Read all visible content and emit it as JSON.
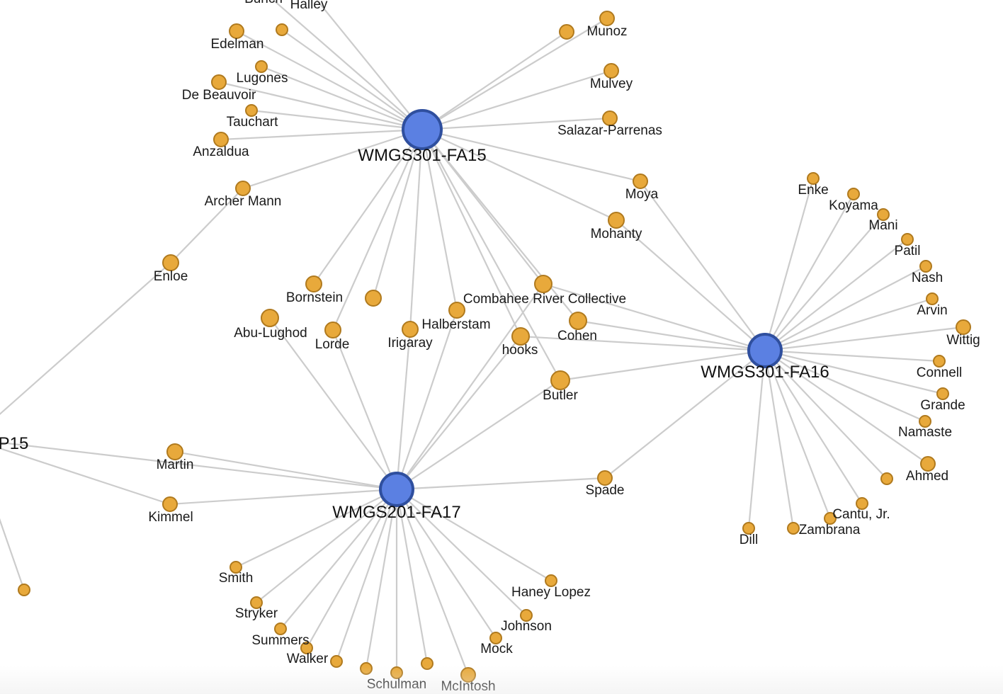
{
  "colors": {
    "author_node": "#e8a93b",
    "course_node": "#5b80e2",
    "edge": "#cccccc"
  },
  "courses": [
    {
      "id": "c15",
      "label": "WMGS301-FA15"
    },
    {
      "id": "c16",
      "label": "WMGS301-FA16"
    },
    {
      "id": "c17",
      "label": "WMGS201-FA17"
    },
    {
      "id": "cP15",
      "label": "P15"
    }
  ],
  "authors": [
    {
      "id": "a01",
      "label": "Bunch"
    },
    {
      "id": "a02",
      "label": "Halley"
    },
    {
      "id": "a03",
      "label": "Edelman"
    },
    {
      "id": "a04",
      "label": ""
    },
    {
      "id": "a05",
      "label": "Munoz"
    },
    {
      "id": "a06",
      "label": ""
    },
    {
      "id": "a07",
      "label": "Lugones"
    },
    {
      "id": "a08",
      "label": "De Beauvoir"
    },
    {
      "id": "a09",
      "label": "Mulvey"
    },
    {
      "id": "a10",
      "label": "Tauchart"
    },
    {
      "id": "a11",
      "label": "Salazar-Parrenas"
    },
    {
      "id": "a12",
      "label": "Anzaldua"
    },
    {
      "id": "a13",
      "label": "Moya"
    },
    {
      "id": "a14",
      "label": "Archer Mann"
    },
    {
      "id": "a15",
      "label": "Mohanty"
    },
    {
      "id": "a16",
      "label": "Enloe"
    },
    {
      "id": "a17",
      "label": "Bornstein"
    },
    {
      "id": "a18",
      "label": ""
    },
    {
      "id": "a19",
      "label": "Combahee River Collective"
    },
    {
      "id": "a20",
      "label": "Abu-Lughod"
    },
    {
      "id": "a21",
      "label": "Lorde"
    },
    {
      "id": "a22",
      "label": "Halberstam"
    },
    {
      "id": "a23",
      "label": "Irigaray"
    },
    {
      "id": "a24",
      "label": "hooks"
    },
    {
      "id": "a25",
      "label": "Cohen"
    },
    {
      "id": "a26",
      "label": "Butler"
    },
    {
      "id": "a27",
      "label": "Martin"
    },
    {
      "id": "a28",
      "label": "Kimmel"
    },
    {
      "id": "a29",
      "label": "Spade"
    },
    {
      "id": "a30",
      "label": "Enke"
    },
    {
      "id": "a31",
      "label": "Koyama"
    },
    {
      "id": "a32",
      "label": "Mani"
    },
    {
      "id": "a33",
      "label": "Patil"
    },
    {
      "id": "a34",
      "label": "Nash"
    },
    {
      "id": "a35",
      "label": "Arvin"
    },
    {
      "id": "a36",
      "label": "Wittig"
    },
    {
      "id": "a37",
      "label": "Connell"
    },
    {
      "id": "a38",
      "label": "Grande"
    },
    {
      "id": "a39",
      "label": "Namaste"
    },
    {
      "id": "a40",
      "label": "Ahmed"
    },
    {
      "id": "a41",
      "label": ""
    },
    {
      "id": "a42",
      "label": "Cantu, Jr."
    },
    {
      "id": "a43",
      "label": "Zambrana"
    },
    {
      "id": "a44",
      "label": ""
    },
    {
      "id": "a45",
      "label": "Dill"
    },
    {
      "id": "a46",
      "label": "Smith"
    },
    {
      "id": "a47",
      "label": "Haney Lopez"
    },
    {
      "id": "a48",
      "label": "Stryker"
    },
    {
      "id": "a49",
      "label": "Johnson"
    },
    {
      "id": "a50",
      "label": "Summers"
    },
    {
      "id": "a51",
      "label": "Mock"
    },
    {
      "id": "a52",
      "label": "Walker"
    },
    {
      "id": "a53",
      "label": ""
    },
    {
      "id": "a54",
      "label": ""
    },
    {
      "id": "a55",
      "label": "Schulman"
    },
    {
      "id": "a56",
      "label": ""
    },
    {
      "id": "a57",
      "label": "McIntosh"
    },
    {
      "id": "a58",
      "label": ""
    },
    {
      "id": "a59",
      "label": ""
    }
  ],
  "edges": [
    [
      "c15",
      "a01"
    ],
    [
      "c15",
      "a02"
    ],
    [
      "c15",
      "a03"
    ],
    [
      "c15",
      "a04"
    ],
    [
      "c15",
      "a05"
    ],
    [
      "c15",
      "a06"
    ],
    [
      "c15",
      "a07"
    ],
    [
      "c15",
      "a08"
    ],
    [
      "c15",
      "a09"
    ],
    [
      "c15",
      "a10"
    ],
    [
      "c15",
      "a11"
    ],
    [
      "c15",
      "a12"
    ],
    [
      "c15",
      "a13"
    ],
    [
      "c15",
      "a14"
    ],
    [
      "c15",
      "a15"
    ],
    [
      "c15",
      "a17"
    ],
    [
      "c15",
      "a18"
    ],
    [
      "c15",
      "a19"
    ],
    [
      "c15",
      "a21"
    ],
    [
      "c15",
      "a22"
    ],
    [
      "c15",
      "a23"
    ],
    [
      "c15",
      "a24"
    ],
    [
      "c15",
      "a25"
    ],
    [
      "c15",
      "a26"
    ],
    [
      "c16",
      "a13"
    ],
    [
      "c16",
      "a15"
    ],
    [
      "c16",
      "a19"
    ],
    [
      "c16",
      "a25"
    ],
    [
      "c16",
      "a24"
    ],
    [
      "c16",
      "a26"
    ],
    [
      "c16",
      "a29"
    ],
    [
      "c16",
      "a30"
    ],
    [
      "c16",
      "a31"
    ],
    [
      "c16",
      "a32"
    ],
    [
      "c16",
      "a33"
    ],
    [
      "c16",
      "a34"
    ],
    [
      "c16",
      "a35"
    ],
    [
      "c16",
      "a36"
    ],
    [
      "c16",
      "a37"
    ],
    [
      "c16",
      "a38"
    ],
    [
      "c16",
      "a39"
    ],
    [
      "c16",
      "a40"
    ],
    [
      "c16",
      "a41"
    ],
    [
      "c16",
      "a42"
    ],
    [
      "c16",
      "a43"
    ],
    [
      "c16",
      "a44"
    ],
    [
      "c16",
      "a45"
    ],
    [
      "c17",
      "a20"
    ],
    [
      "c17",
      "a21"
    ],
    [
      "c17",
      "a23"
    ],
    [
      "c17",
      "a22"
    ],
    [
      "c17",
      "a19"
    ],
    [
      "c17",
      "a24"
    ],
    [
      "c17",
      "a26"
    ],
    [
      "c17",
      "a27"
    ],
    [
      "c17",
      "a28"
    ],
    [
      "c17",
      "a29"
    ],
    [
      "c17",
      "a46"
    ],
    [
      "c17",
      "a47"
    ],
    [
      "c17",
      "a48"
    ],
    [
      "c17",
      "a49"
    ],
    [
      "c17",
      "a50"
    ],
    [
      "c17",
      "a51"
    ],
    [
      "c17",
      "a52"
    ],
    [
      "c17",
      "a53"
    ],
    [
      "c17",
      "a54"
    ],
    [
      "c17",
      "a55"
    ],
    [
      "c17",
      "a56"
    ],
    [
      "c17",
      "a57"
    ],
    [
      "c17",
      "cP15"
    ],
    [
      "cP15",
      "a16"
    ],
    [
      "cP15",
      "a28"
    ],
    [
      "cP15",
      "a58"
    ],
    [
      "a16",
      "a14"
    ]
  ]
}
